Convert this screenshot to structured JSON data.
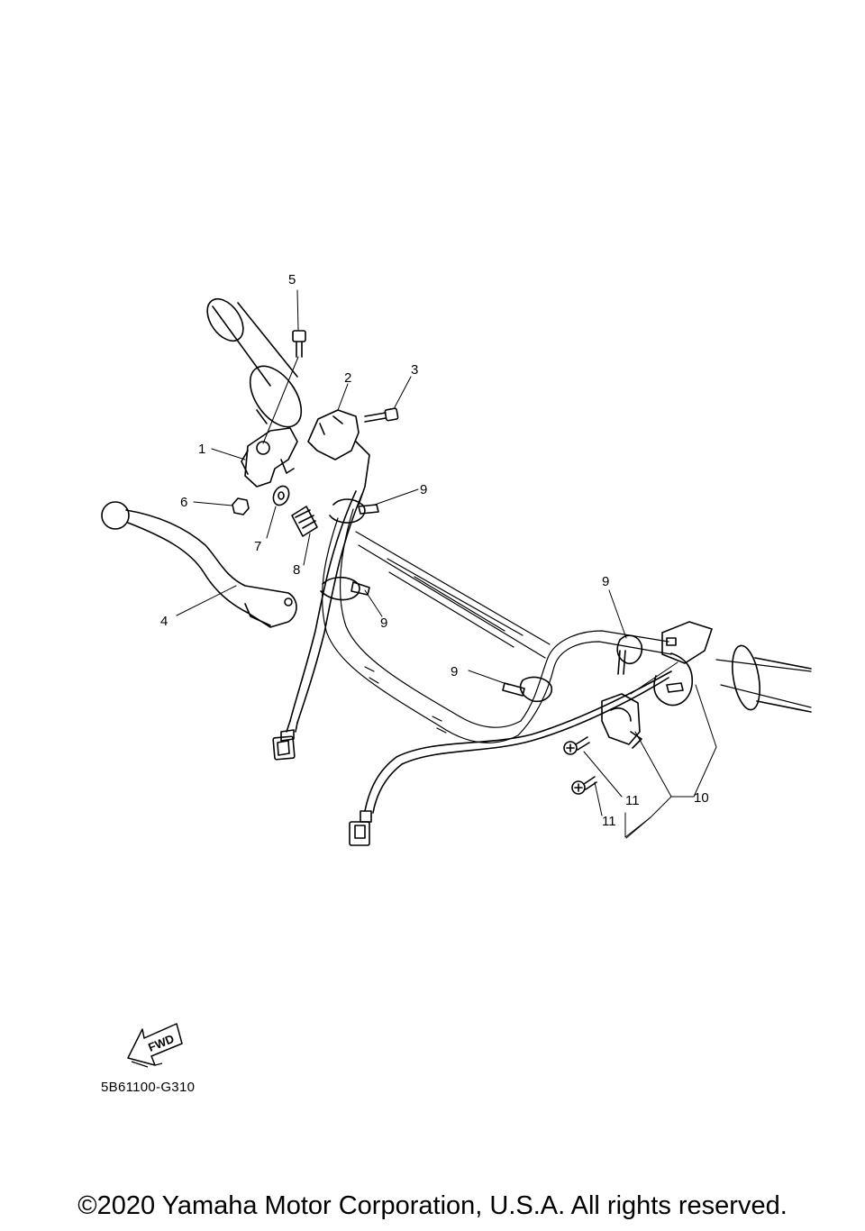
{
  "diagram": {
    "callouts": [
      "1",
      "2",
      "3",
      "4",
      "5",
      "6",
      "7",
      "8",
      "9",
      "9",
      "9",
      "9",
      "10",
      "11",
      "11"
    ],
    "fwd_label": "FWD",
    "drawing_code": "5B61100-G310"
  },
  "footer": {
    "copyright": "©2020 Yamaha Motor Corporation, U.S.A. All rights reserved."
  }
}
